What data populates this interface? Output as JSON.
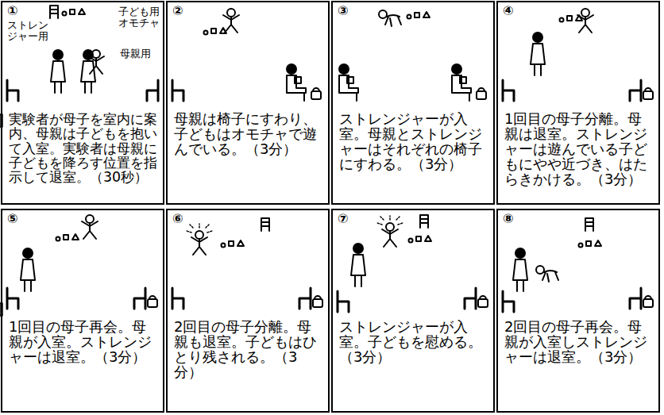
{
  "diagram": {
    "nodes": [
      {
        "text": [
          "①",
          "ストレンジャー用",
          "子ども用オモチャ",
          "母親用",
          "実験者が母子を室内に案内、母親は子どもを抱いて入室。実験者は母親に子どもを降ろす位置を指示して退室。（30秒）"
        ]
      },
      {
        "text": [
          "②",
          "母親は椅子にすわり、子どもはオモチャで遊んでいる。（3分）"
        ]
      },
      {
        "text": [
          "③",
          "ストレンジャーが入室。母親とストレンジャーはそれぞれの椅子にすわる。（3分）"
        ]
      },
      {
        "text": [
          "④",
          "1回目の母子分離。母親は退室。ストレンジャーは遊んでいる子どもにやや近づき、はたらきかける。（3分）"
        ]
      },
      {
        "text": [
          "⑤",
          "1回目の母子再会。母親が入室。ストレンジャーは退室。（3分）"
        ]
      },
      {
        "text": [
          "⑥",
          "2回目の母子分離。母親も退室。子どもはひとり残される。（3分）"
        ]
      },
      {
        "text": [
          "⑦",
          "ストレンジャーが入室。子どもを慰める。（3分）"
        ]
      },
      {
        "text": [
          "⑧",
          "2回目の母子再会。母親が入室しストレンジャーは退室。（3分）"
        ]
      }
    ]
  }
}
